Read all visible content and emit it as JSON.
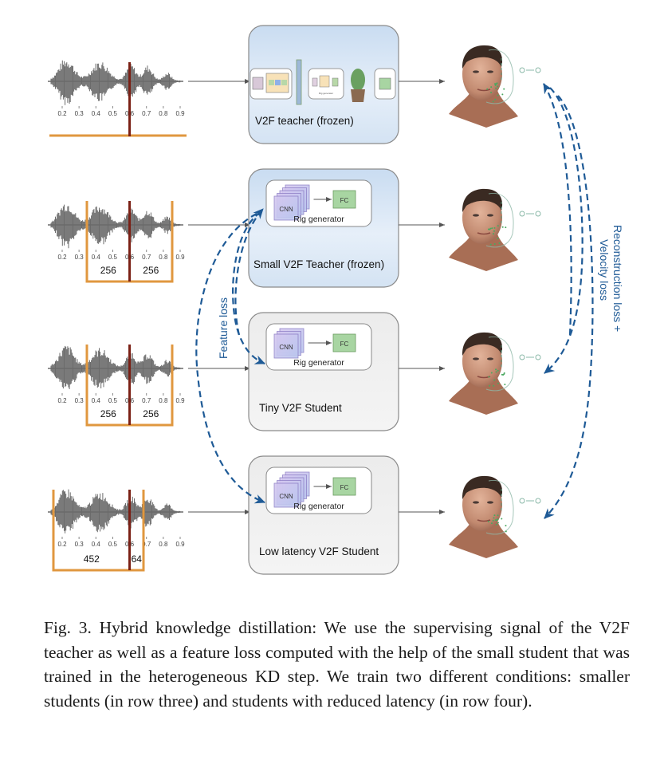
{
  "figure": {
    "rows": [
      {
        "id": "row-1",
        "model_label": "V2F teacher (frozen)",
        "box_style": "blue",
        "window_labels": [],
        "window_type": "full",
        "inner": "teacher-pipeline"
      },
      {
        "id": "row-2",
        "model_label": "Small V2F Teacher (frozen)",
        "box_style": "blue",
        "window_labels": [
          "256",
          "256"
        ],
        "window_type": "centered",
        "inner": "rig-generator",
        "cnn_layers": 5
      },
      {
        "id": "row-3",
        "model_label": "Tiny V2F Student",
        "box_style": "gray",
        "window_labels": [
          "256",
          "256"
        ],
        "window_type": "centered",
        "inner": "rig-generator",
        "cnn_layers": 3
      },
      {
        "id": "row-4",
        "model_label": "Low latency V2F Student",
        "box_style": "gray",
        "window_labels": [
          "452",
          "64"
        ],
        "window_type": "low-latency",
        "inner": "rig-generator",
        "cnn_layers": 5
      }
    ],
    "waveform_ticks": [
      "0.2",
      "0.3",
      "0.4",
      "0.5",
      "0.6",
      "0.7",
      "0.8",
      "0.9"
    ],
    "rig_generator_label": "Rig generator",
    "cnn_label": "CNN",
    "fc_label": "FC",
    "rig_mini_label": "Rig generator",
    "feature_loss_label": "Feature loss",
    "reconstruction_loss_label_line1": "Reconstruction loss +",
    "reconstruction_loss_label_line2": "Velocity loss",
    "colors": {
      "window_orange": "#e0973f",
      "current_frame_red": "#7a1f14",
      "loss_arrow_blue": "#1e5a96",
      "waveform_gray": "#6b6b6b",
      "box_blue_fill": "#dbe8f5",
      "box_gray_fill": "#f1f1f1",
      "fc_green": "#a8d5a2",
      "cnn_purple": "#c8b8ea"
    }
  },
  "caption": {
    "text": "Fig. 3.  Hybrid knowledge distillation: We use the supervising signal of the V2F teacher as well as a feature loss computed with the help of the small student that was trained in the heterogeneous KD step. We train two different conditions: smaller students (in row three) and students with reduced latency (in row four)."
  }
}
